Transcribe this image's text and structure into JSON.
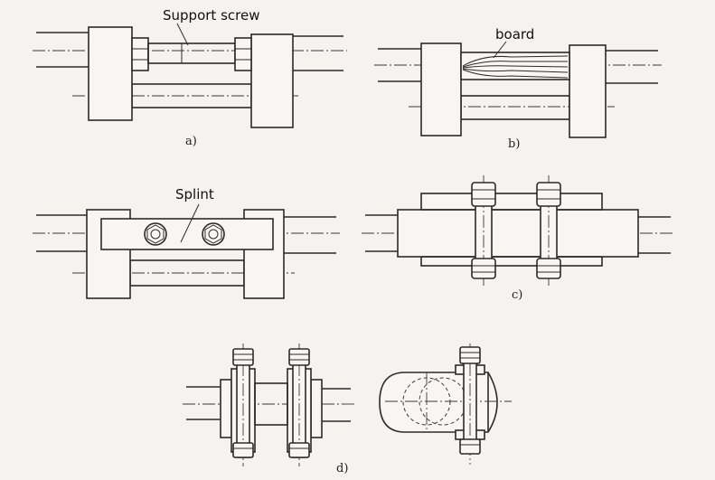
{
  "labels": {
    "support_screw": "Support screw",
    "board": "board",
    "splint": "Splint"
  },
  "captions": {
    "a": "a)",
    "b": "b)",
    "c": "c)",
    "d": "d)"
  }
}
